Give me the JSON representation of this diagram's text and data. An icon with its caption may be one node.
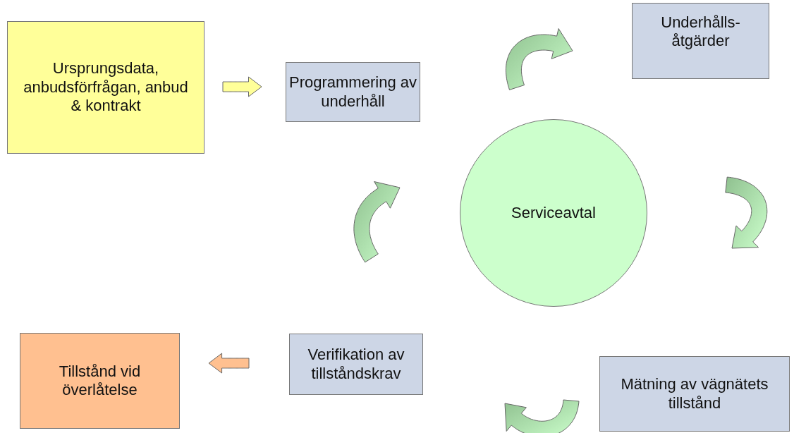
{
  "diagram": {
    "nodes": [
      {
        "text": [
          "Ursprungsdata, anbudsförfrågan, anbud & kontrakt"
        ]
      },
      {
        "text": [
          "Programmering av underhåll"
        ]
      },
      {
        "text": [
          "Underhålls- åtgärder"
        ]
      },
      {
        "text": [
          "Serviceavtal"
        ]
      },
      {
        "text": [
          "Mätning av vägnätets tillstånd"
        ]
      },
      {
        "text": [
          "Verifikation av tillståndskrav"
        ]
      },
      {
        "text": [
          "Tillstånd vid överlåtelse"
        ]
      }
    ],
    "edges": [
      {
        "from": 0,
        "to": 1,
        "arrow": "to",
        "color": "#ffff99"
      },
      {
        "from": 5,
        "to": 6,
        "arrow": "to",
        "color": "#ffc090"
      }
    ]
  }
}
